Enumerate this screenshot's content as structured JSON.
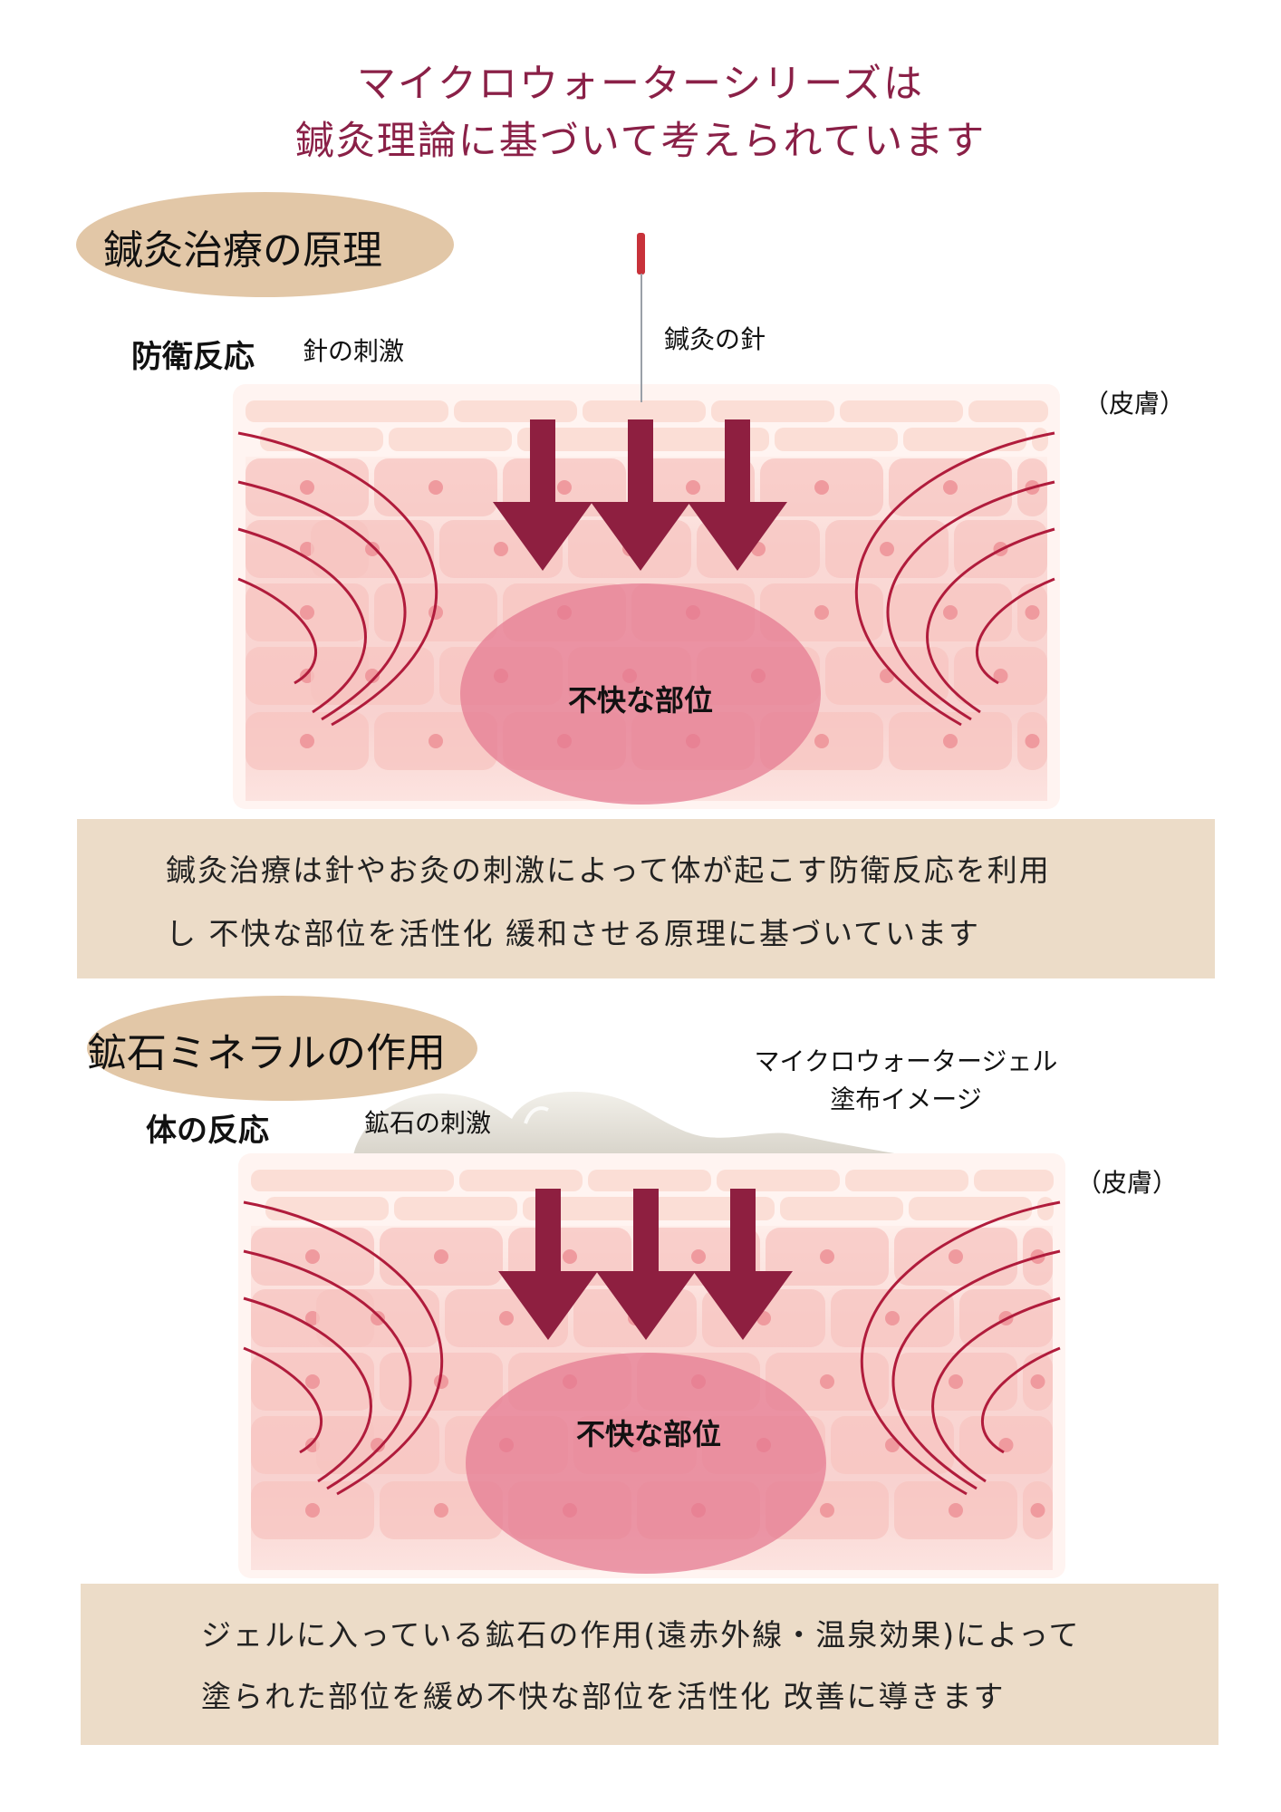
{
  "title": {
    "line1": "マイクロウォーターシリーズは",
    "line2": "鍼灸理論に基づいて考えられています"
  },
  "section1": {
    "heading": "鍼灸治療の原理",
    "reaction_label": "防衛反応",
    "stimulus_label": "針の刺激",
    "needle_label": "鍼灸の針",
    "skin_label": "（皮膚）",
    "target_label": "不快な部位",
    "description": [
      "鍼灸治療は針やお灸の刺激によって体が起こす防衛反応を利用",
      "し 不快な部位を活性化 緩和させる原理に基づいています"
    ]
  },
  "section2": {
    "heading": "鉱石ミネラルの作用",
    "reaction_label": "体の反応",
    "stimulus_label": "鉱石の刺激",
    "gel_label": [
      "マイクロウォータージェル",
      "塗布イメージ"
    ],
    "skin_label": "（皮膚）",
    "target_label": "不快な部位",
    "description": [
      "ジェルに入っている鉱石の作用(遠赤外線・温泉効果)によって",
      "塗られた部位を緩め不快な部位を活性化 改善に導きます"
    ]
  },
  "colors": {
    "accent": "#8a2047",
    "arrow": "#8e1f40",
    "curve": "#b01c3c",
    "oval": "#e2c7a7",
    "box": "#ecdcc8",
    "target": "#e47890"
  }
}
